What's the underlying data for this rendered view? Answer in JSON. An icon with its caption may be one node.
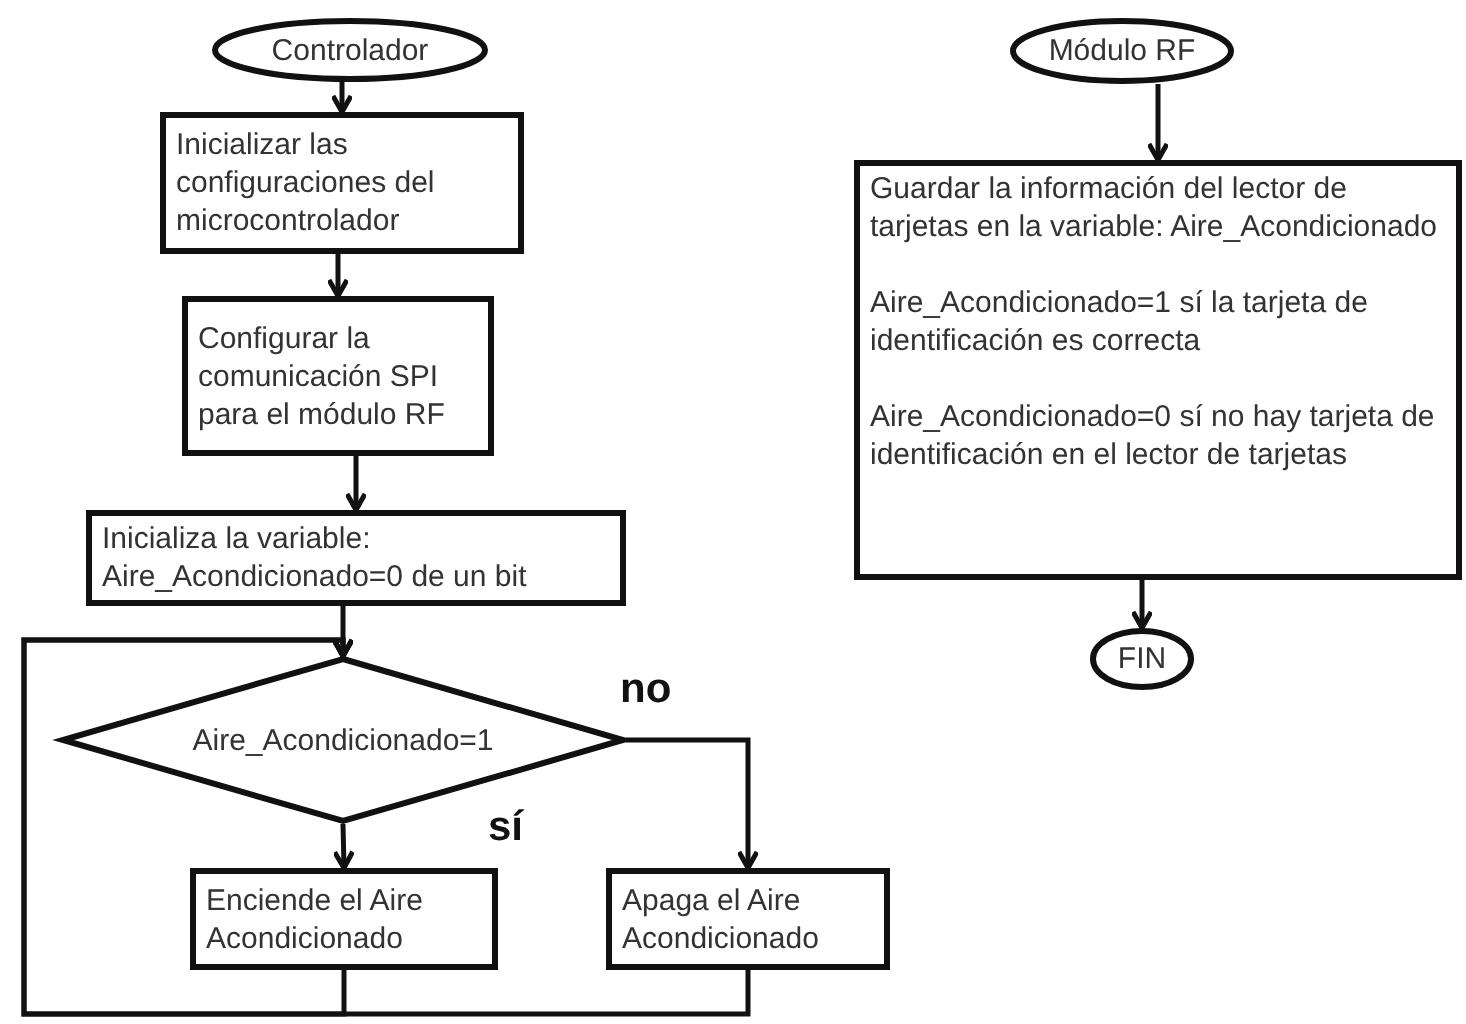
{
  "diagram": {
    "nodes": [
      {
        "text": [
          "Controlador"
        ]
      },
      {
        "text": [
          "Inicializar las configuraciones del microcontrolador"
        ]
      },
      {
        "text": [
          "Configurar la comunicación SPI para el módulo RF"
        ]
      },
      {
        "text": [
          "Inicializa la variable: Aire_Acondicionado=0 de un bit"
        ]
      },
      {
        "text": [
          "Aire_Acondicionado=1"
        ]
      },
      {
        "text": [
          "Enciende el Aire Acondicionado"
        ]
      },
      {
        "text": [
          "Apaga el Aire Acondicionado"
        ]
      },
      {
        "text": [
          "Módulo RF"
        ]
      },
      {
        "text": [
          "Guardar la información del lector de tarjetas en la variable: Aire_Acondicionado",
          "Aire_Acondicionado=1 sí la tarjeta de identificación es correcta",
          "Aire_Acondicionado=0 sí no hay tarjeta de identificación en el lector de tarjetas"
        ]
      },
      {
        "text": [
          "FIN"
        ]
      }
    ],
    "edges": [
      {
        "from": 0,
        "to": 1,
        "arrow": "to"
      },
      {
        "from": 1,
        "to": 2,
        "arrow": "to"
      },
      {
        "from": 2,
        "to": 3,
        "arrow": "to"
      },
      {
        "from": 3,
        "to": 4,
        "arrow": "to"
      },
      {
        "from": 4,
        "to": 5,
        "arrow": "to",
        "label": "sí"
      },
      {
        "from": 4,
        "to": 6,
        "arrow": "to",
        "label": "no"
      },
      {
        "from": 5,
        "to": 4,
        "arrow": "to"
      },
      {
        "from": 6,
        "to": 4,
        "arrow": "to"
      },
      {
        "from": 7,
        "to": 8,
        "arrow": "to"
      },
      {
        "from": 8,
        "to": 9,
        "arrow": "to"
      }
    ]
  }
}
